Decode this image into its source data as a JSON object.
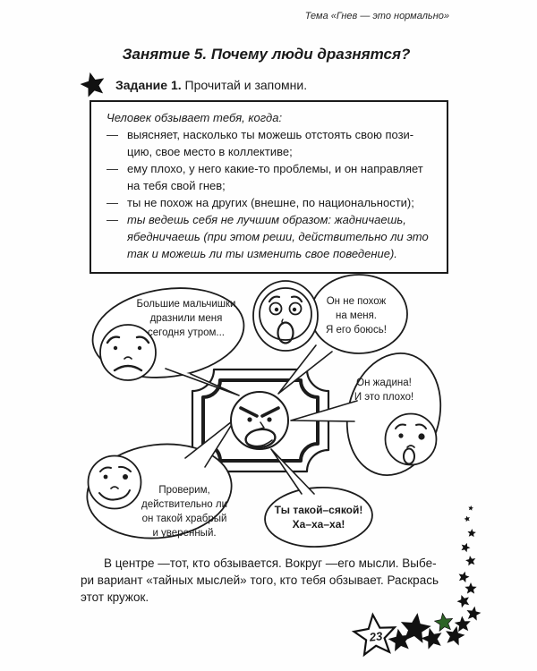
{
  "header": "Тема «Гнев — это нормально»",
  "title": "Занятие 5. Почему люди дразнятся?",
  "task": {
    "label": "Задание 1.",
    "text": "Прочитай и запомни."
  },
  "info_box": {
    "intro": "Человек обзывает тебя, когда:",
    "dash": "—",
    "bullets": [
      {
        "text": "выясняет, насколько ты можешь отстоять свою пози-\nцию, свое место в коллективе;",
        "style": "normal"
      },
      {
        "text": "ему плохо, у него какие-то проблемы, и он направляет\nна тебя свой гнев;",
        "style": "normal"
      },
      {
        "text": "ты не похож на других (внешне, по национальности);",
        "style": "normal"
      },
      {
        "text": "ты ведешь себя не лучшим образом: жадничаешь,\nябедничаешь (при этом реши, действительно ли это\nтак и можешь ли ты изменить свое поведение).",
        "style": "italic"
      }
    ]
  },
  "bubbles": {
    "top_left": "Большие мальчишки\nдразнили меня\nсегодня утром...",
    "top_right": "Он не похож\nна меня.\nЯ его боюсь!",
    "right": "Он жадина!\nИ это плохо!",
    "bottom_left": "Проверим,\nдействительно ли\nон такой храбрый\nи уверенный.",
    "bottom_center": "Ты такой–сякой!\nХа–ха–ха!"
  },
  "footer": "В центре —тот, кто обзывается. Вокруг —его мысли. Выбе-\nри вариант «тайных мыслей» того, кто тебя обзывает. Раскрась\nэтот кружок.",
  "page_number": "23",
  "colors": {
    "ink": "#1a1a1a",
    "star_green": "#2d6426"
  },
  "icons": {
    "task_star": "black-star-icon",
    "page_star": "page-number-star-icon",
    "faces": [
      "sad-face-icon",
      "scared-face-icon",
      "angry-face-icon",
      "worried-face-icon",
      "smirk-face-icon"
    ]
  }
}
